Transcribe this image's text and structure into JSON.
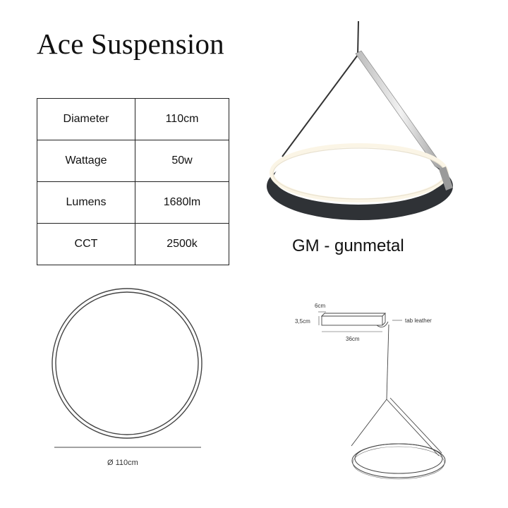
{
  "title": "Ace Suspension",
  "specs": [
    {
      "label": "Diameter",
      "value": "110cm"
    },
    {
      "label": "Wattage",
      "value": "50w"
    },
    {
      "label": "Lumens",
      "value": "1680lm"
    },
    {
      "label": "CCT",
      "value": "2500k"
    }
  ],
  "finish": "GM - gunmetal",
  "plan_diameter_label": "Ø 110cm",
  "detail": {
    "width_label": "6cm",
    "height_label": "3,5cm",
    "length_label": "36cm",
    "tab_label": "tab leather"
  }
}
